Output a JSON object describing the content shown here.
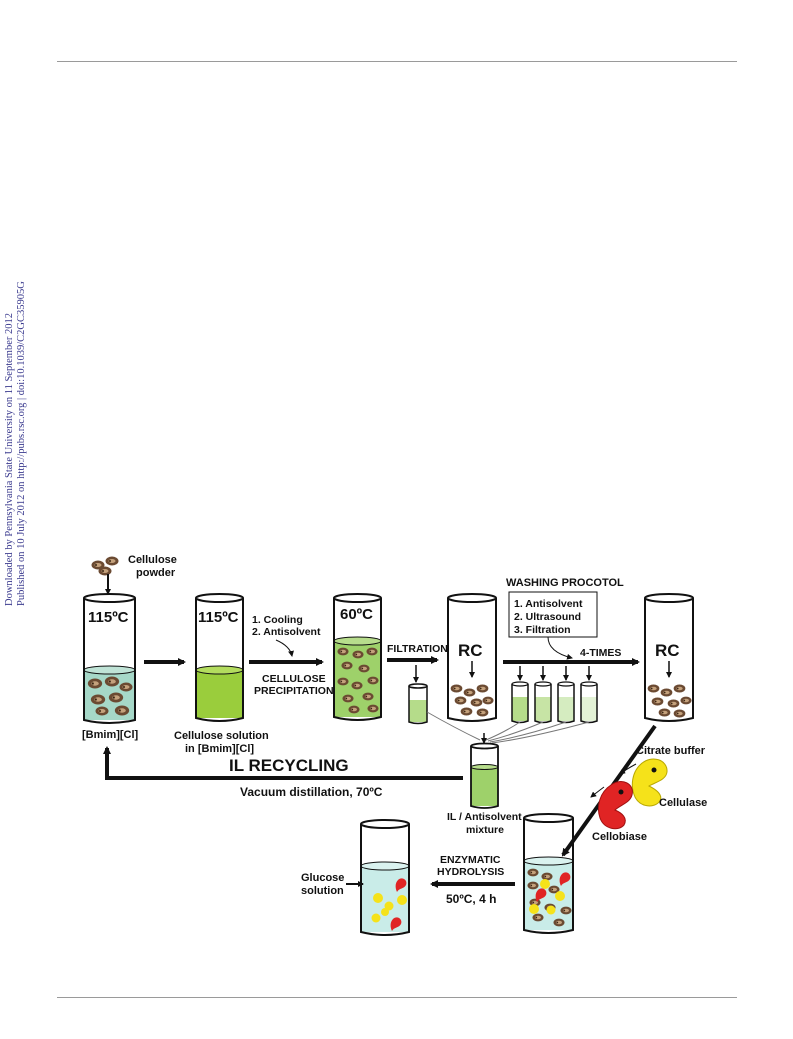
{
  "side_note": {
    "line1": "Downloaded by Pennsylvania State University on 11 September 2012",
    "line2": "Published on 10 July 2012 on http://pubs.rsc.org | doi:10.1039/C2GC35905G"
  },
  "diagram": {
    "cellulose_powder": [
      "Cellulose",
      "powder"
    ],
    "temp_115": "115ºC",
    "temp_60": "60ºC",
    "bmim_label": "[Bmim][Cl]",
    "solution_label": [
      "Cellulose solution",
      "in [Bmim][Cl]"
    ],
    "precip_steps": [
      "1. Cooling",
      "2. Antisolvent"
    ],
    "precip_label": [
      "CELLULOSE",
      "PRECIPITATION"
    ],
    "filtration": "FILTRATION",
    "rc": "RC",
    "washing_title": "WASHING PROCOTOL",
    "washing_steps": [
      "1. Antisolvent",
      "2. Ultrasound",
      "3. Filtration"
    ],
    "four_times": "4-TIMES",
    "citrate": "Citrate buffer",
    "cellulase": "Cellulase",
    "cellobiase": "Cellobiase",
    "il_recycling": "IL RECYCLING",
    "vacuum": "Vacuum distillation, 70ºC",
    "il_mixture": [
      "IL / Antisolvent",
      "mixture"
    ],
    "enzymatic": [
      "ENZYMATIC",
      "HYDROLYSIS"
    ],
    "hydrolysis_cond": "50ºC, 4 h",
    "glucose": [
      "Glucose",
      "solution"
    ]
  },
  "colors": {
    "bmim_liquid": "#a6d8c8",
    "green_liquid": "#9acd3c",
    "precip_liquid": "#9ed16a",
    "filtrate": "#b5dc8a",
    "pale_wash": "#d9eec5",
    "buffer": "#c9ece8",
    "particle": "#6b4a32",
    "cellulase": "#f5e21a",
    "cellobiase": "#e02424"
  }
}
